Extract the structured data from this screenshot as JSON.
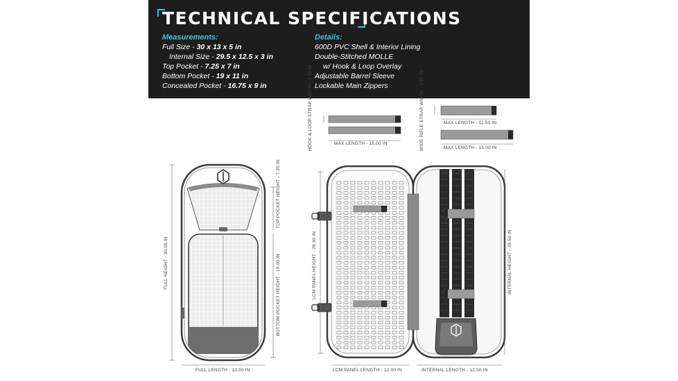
{
  "title": "TECHNICAL SPECIFICATIONS",
  "measurements": {
    "heading": "Measurements:",
    "items": [
      {
        "label": "Full Size - ",
        "value": "30 x 13 x 5 in"
      },
      {
        "label": "Internal Size - ",
        "value": "29.5 x 12.5 x 3 in"
      },
      {
        "label": "Top Pocket - ",
        "value": "7.25 x 7 in"
      },
      {
        "label": "Bottom Pocket - ",
        "value": "19 x 11 in"
      },
      {
        "label": "Concealed Pocket - ",
        "value": "16.75 x 9 in"
      }
    ]
  },
  "details": {
    "heading": "Details:",
    "items": [
      "600D PVC Shell & Interior Lining",
      "Double-Stitched MOLLE",
      "w/ Hook & Loop Overlay",
      "Adjustable Barrel Sleeve",
      "Lockable Main Zippers"
    ]
  },
  "dimensions": {
    "hook_loop_strap_width": "HOOK & LOOP STRAP WIDTH - 1.00 IN",
    "hook_loop_max_length": "MAX LENGTH - 15.00 IN",
    "wide_rifle_strap_width": "WIDE RIFLE STRAP WIDTH - 1.50 IN",
    "wide_rifle_max_length_1": "MAX LENGTH - 11.50 IN",
    "wide_rifle_max_length_2": "MAX LENGTH - 15.00 IN",
    "full_height": "FULL HEIGHT - 30.00 IN",
    "top_pocket_height": "TOP POCKET HEIGHT - 7.25 IN",
    "bottom_pocket_height": "BOTTOM POCKET HEIGHT - 19.00 IN",
    "full_length": "FULL LENGTH - 13.00 IN",
    "lcm_panel_height": "LCM PANEL HEIGHT - 28.00 IN",
    "lcm_panel_length": "LCM PANEL LENGTH - 12.00 IN",
    "internal_length": "INTERNAL LENGTH - 12.50 IN",
    "internal_height": "INTERNAL HEIGHT - 29.50 IN"
  },
  "colors": {
    "banner_bg": "#1d1d1d",
    "accent": "#3cc6c6",
    "case_outline": "#3a3a3a",
    "strap_gray": "#9a9a9a",
    "strap_dark": "#2a2a2a"
  },
  "icons": [
    "brand-logo-icon",
    "buckle-icon"
  ]
}
